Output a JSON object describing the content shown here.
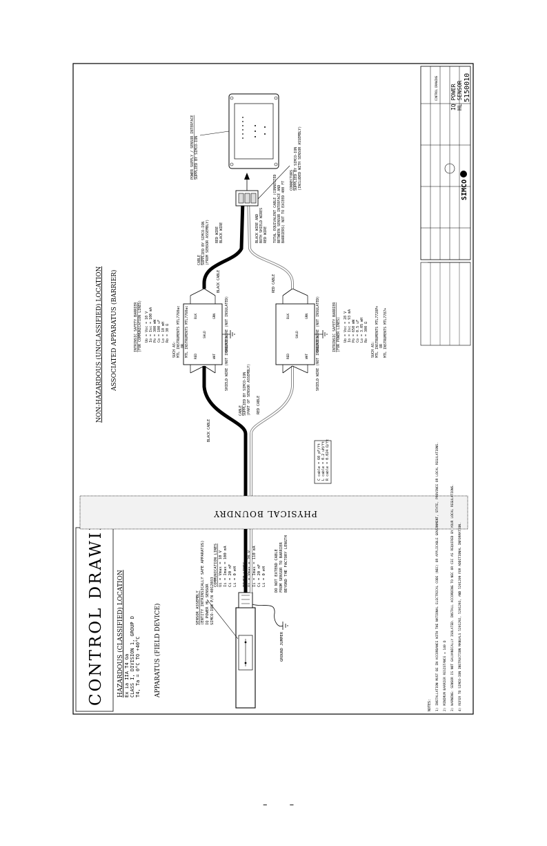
{
  "title": "CONTROL DRAWING",
  "hazardous": {
    "heading": "HAZARDOUS (CLASSIFIED) LOCATION",
    "lines": [
      "Ex ia IIA T4 Ga",
      "CLASS I, DIVISION 1, GROUP D",
      "T4, Ta = 0°C TO +40°C"
    ],
    "field_device": "APPARATUS (FIELD DEVICE)",
    "sensor_lines": [
      "SENSOR ASSEMBLY",
      "(ENTITY INTRINSICALLY SAFE APPARATUS)",
      "IQ POWER HL SENSOR",
      "SIMCO-ION P/N 4012033"
    ],
    "comm_lines": [
      "COMMUNICATION LINES",
      "Ui = Vmax = 10 V",
      "Ii = Imax = 100 mA",
      "Ci = 20 nF",
      "Li = 0 mH"
    ],
    "power_lines": [
      "POWER LINES",
      "Ui = Vmax = 28 V",
      "Ii = Imax = 110 mA",
      "Ci = 20 nF",
      "Li = 0 mH"
    ],
    "cable_note": [
      "DO NOT EXTEND CABLE",
      "FROM SENSOR TO BARRIER",
      "BEYOND THE FACTORY LENGTH"
    ],
    "ground_jumper": "GROUND JUMPER",
    "cable_spec": [
      "C cable = 60 pF/ft",
      "L cable = 0.2 uH/ft",
      "R cable = 0.024 Ω/ft"
    ]
  },
  "boundary": "PHYSICAL BOUNDRY",
  "nonhazardous": {
    "heading": "NON-HAZARDOUS (UNCLASSIFIED) LOCATION",
    "assoc": "ASSOCIATED APPARATUS (BARRIER)",
    "barrier1_lines": [
      "INTRINSIC SAFETY BARRIER",
      "(FOR COMMUNICATION LINES)",
      "Uo = Voc = 10 V",
      "Io = Isc = 100 mA",
      "Po = 300 mW",
      "Co = 100 uF",
      "Lo = 10 mH",
      "Ro = 30 Ω",
      "SUCH AS:",
      "MTL INSTRUMENTS MTL7760ac",
      "OR",
      "MTL INSTRUMENTS MTL7760ac"
    ],
    "barrier2_lines": [
      "INTRINSIC SAFETY BARRIER",
      "(FOR POWER LINES)",
      "Uo = Voc = 28 V",
      "Io = Isc = 93 mA",
      "Po = 650 mW",
      "Co = 0.5 uF",
      "Lo = 3.05 mH",
      "Ro = 300 Ω",
      "SUCH AS:",
      "MTL INSTRUMENTS MTL7728P+",
      "OR",
      "MTL INSTRUMENTS MTL7787+"
    ],
    "shield1": "SHIELD WIRE (NOT INSULATED)",
    "shield2": "SHIELD WIRE (NOT INSULATED)",
    "shield3": "SHIELD WIRE (NOT INSULATED)",
    "shield4": "SHIELD WIRE (NOT INSULATED)",
    "cable_supplied": [
      "CABLE",
      "SUPPLIED BY SIMCO-ION",
      "(PART OF SENSOR ASSEMBLY)"
    ],
    "black_cable": "BLACK CABLE",
    "red_cable": "RED CABLE",
    "cable2": [
      "CABLE",
      "SUPPLIED BY SIMCO-ION",
      "(FROM SENSOR ASSEMBLY)"
    ],
    "wires": [
      "RED WIRE",
      "BLACK WIRE",
      "BLACK WIRE AND",
      "BOTH SHIELD WIRES",
      "RED WIRE"
    ],
    "total_note": [
      "TOTAL EQUIVALENT CABLE (CONNECTED",
      "BETWEEN SENSOR INTERFACE AND",
      "BARRIERS) NOT TO EXCEED 400 FT"
    ],
    "connectors": [
      "CONNECTORS",
      "SUPPLIED BY SIMCO-ION",
      "(INCLUDED WITH SENSOR ASSEMBLY)"
    ],
    "power_supply": [
      "POWER SUPPLY / SENSOR INTERFACE",
      "SUPPLIED BY SIMCO-ION"
    ],
    "term_labels": [
      "RED",
      "WHT",
      "BLK",
      "GRN",
      "SHLD",
      "RED",
      "WHT",
      "BLK",
      "GRN",
      "SHLD"
    ]
  },
  "notes": {
    "heading": "NOTES:",
    "items": [
      "1) INSTALLATION MUST BE IN ACCORDANCE WITH THE NATIONAL ELECTRICAL CODE (NEC) OR APPLICABLE GOVERNMENT, STATE, PROVINCE OR LOCAL REGULATIONS.",
      "2) MINIMUM BARRIER RESISTANCE = 140 Ω",
      "3) WARNING: SENSOR IS NOT GALVANICALLY ISOLATED. INSTALL ACCORDING TO NEC OR CEC AS REQUIRED BY YOUR LOCAL REGULATIONS.",
      "4) REFER TO SIMCO-ION INSTRUCTION MANUALS 5201292, 5201293, AND 5201209 FOR ADDITIONAL INFORMATION."
    ]
  },
  "title_block": {
    "company": "SIMCO",
    "product": [
      "IQ POWER",
      "HL SENSOR"
    ],
    "drawing_number": "5150010",
    "doc_label": "CONTROL DRAWING"
  },
  "footer": "– –"
}
